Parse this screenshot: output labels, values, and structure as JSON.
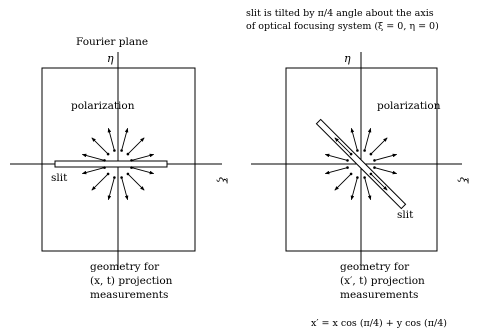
{
  "left_panel": {
    "title": "Fourier plane",
    "vertical_axis": "η",
    "horizontal_axis": "ξ",
    "polarization_label": "polarization",
    "slit_label": "slit",
    "caption": [
      "geometry for",
      "(x, t) projection",
      "measurements"
    ]
  },
  "right_panel": {
    "header": [
      "slit is tilted by  π/4  angle about the axis",
      "of optical focusing system   (ξ = 0, η = 0)"
    ],
    "vertical_axis": "η",
    "horizontal_axis": "ξ",
    "polarization_label": "polarization",
    "slit_label": "slit",
    "caption": [
      "geometry for",
      "(x′, t) projection",
      "measurements"
    ],
    "formula": "x′ = x cos (π/4)  +  y cos (π/4)"
  },
  "colors": {
    "ink": "#000000",
    "background": "#ffffff"
  }
}
